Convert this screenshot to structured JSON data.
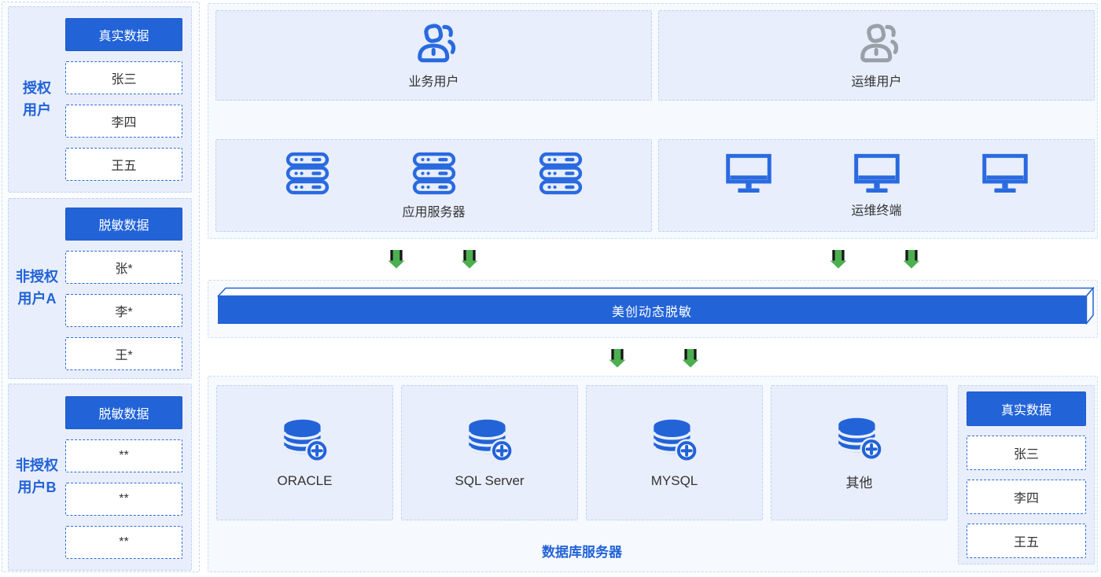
{
  "colors": {
    "primary_blue": "#2263d8",
    "icon_blue": "#2a6ae0",
    "gray_icon": "#9aa0a8",
    "arrow_green": "#4caf50",
    "panel_bg": "#e8eefb",
    "section_bg": "#f6f9fd",
    "outer_dash_border": "#c7d9f3",
    "inner_dash_border": "#2a6ae0"
  },
  "icons": {
    "users-icon": "👥",
    "server-icon": "🗄",
    "monitor-icon": "🖥",
    "database-add-icon": "🛢+",
    "down-arrow-icon": "⬇"
  },
  "left_column": {
    "panels": [
      {
        "label_line1": "授权",
        "label_line2": "用户",
        "header": "真实数据",
        "items": [
          "张三",
          "李四",
          "王五"
        ]
      },
      {
        "label_line1": "非授权",
        "label_line2": "用户A",
        "header": "脱敏数据",
        "items": [
          "张*",
          "李*",
          "王*"
        ]
      },
      {
        "label_line1": "非授权",
        "label_line2": "用户B",
        "header": "脱敏数据",
        "items": [
          "**",
          "**",
          "**"
        ]
      }
    ]
  },
  "top_section": {
    "business_users_label": "业务用户",
    "ops_users_label": "运维用户",
    "app_servers_label": "应用服务器",
    "ops_terminals_label": "运维终端"
  },
  "masking_bar": {
    "label": "美创动态脱敏"
  },
  "db_section": {
    "caption": "数据库服务器",
    "databases": [
      "ORACLE",
      "SQL Server",
      "MYSQL",
      "其他"
    ],
    "real_data_panel": {
      "header": "真实数据",
      "items": [
        "张三",
        "李四",
        "王五"
      ]
    }
  }
}
